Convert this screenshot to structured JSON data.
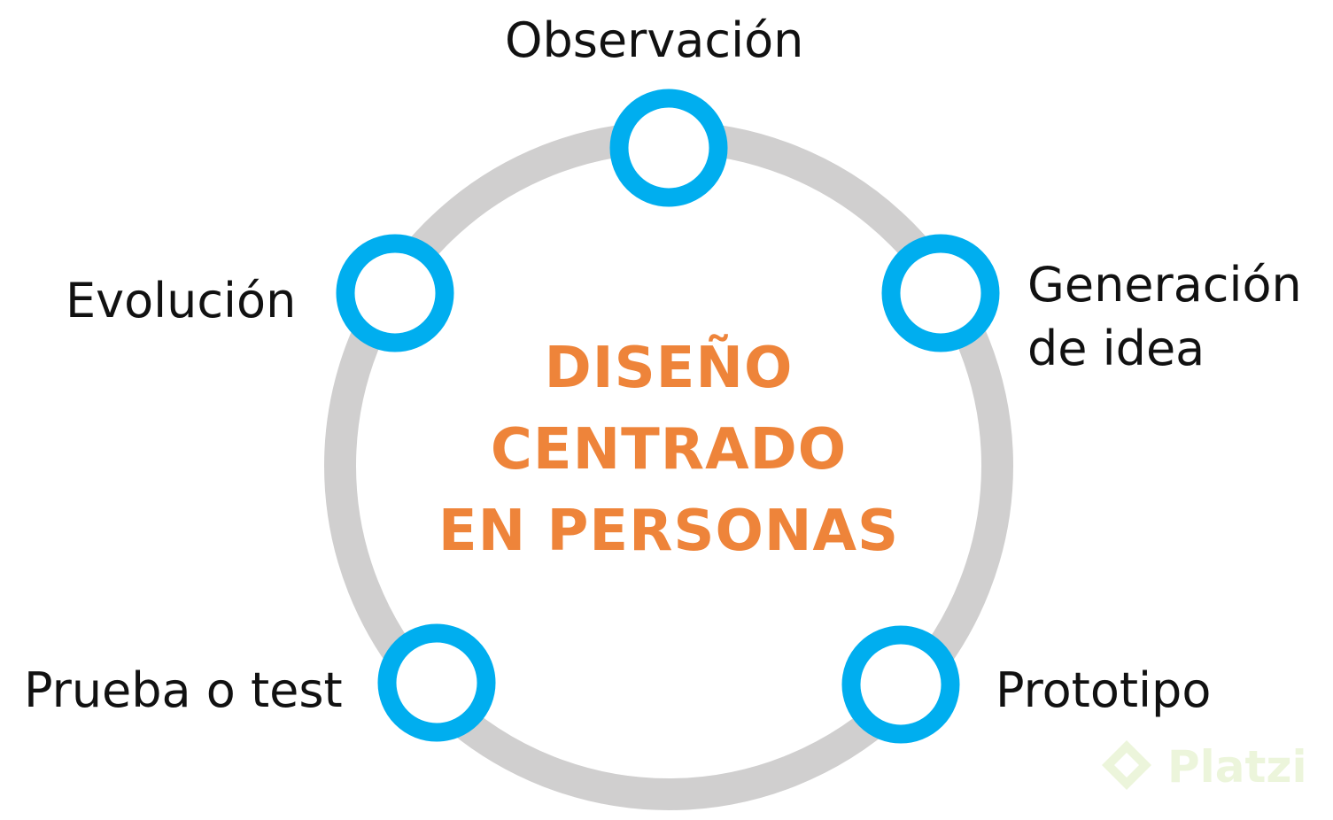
{
  "diagram": {
    "center_title_lines": [
      "DISEÑO",
      "CENTRADO",
      "EN PERSONAS"
    ],
    "stages": [
      {
        "id": "observacion",
        "lines": [
          "Observación"
        ]
      },
      {
        "id": "generacion",
        "lines": [
          "Generación",
          "de idea"
        ]
      },
      {
        "id": "prototipo",
        "lines": [
          "Prototipo"
        ]
      },
      {
        "id": "prueba",
        "lines": [
          "Prueba o test"
        ]
      },
      {
        "id": "evolucion",
        "lines": [
          "Evolución"
        ]
      }
    ]
  },
  "watermark": {
    "text": "Platzi",
    "icon": "platzi-logo-icon"
  },
  "colors": {
    "ring": "#d0cfcf",
    "node_stroke": "#00aeef",
    "node_fill": "#ffffff",
    "title": "#ee843a",
    "label": "#111111",
    "watermark": "#98ca3f"
  }
}
